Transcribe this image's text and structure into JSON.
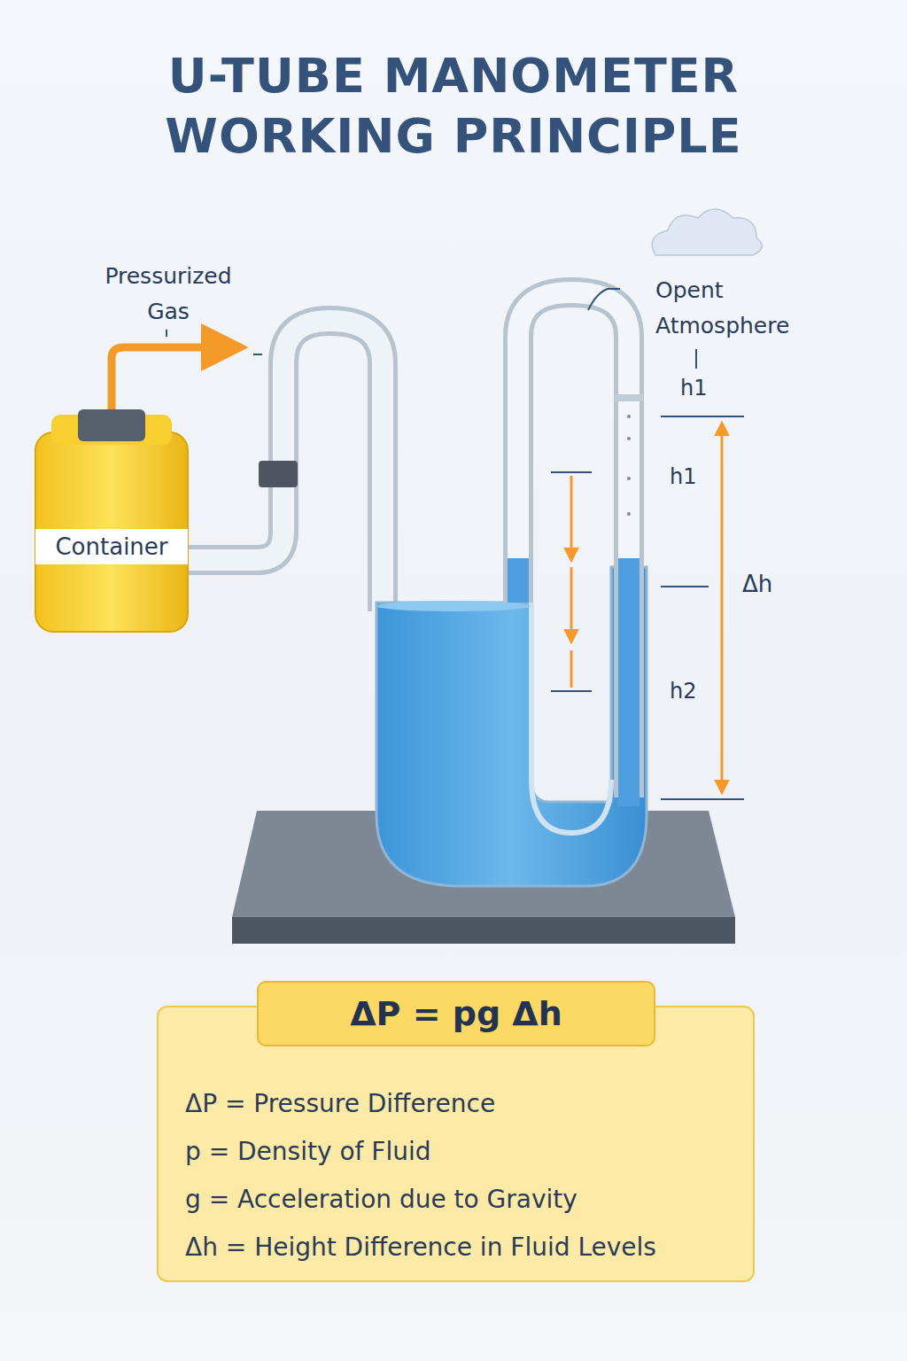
{
  "diagram": {
    "title": "U-TUBE MANOMETER WORKING PRINCIPLE",
    "nodes": [
      {
        "text": [
          "Container"
        ]
      },
      {
        "text": [
          "ΔP = Pressure Difference",
          "p = Density of Fluid",
          "g = Acceleration due to Gravity",
          "Δh = Height Difference in Fluid Levels"
        ]
      },
      {
        "text": [
          "ΔP = pg Δh"
        ],
        "in": 1
      }
    ],
    "labels": [
      "Pressurized Gas",
      "Opent Atmosphere",
      "h1",
      "h1",
      "Δh",
      "h2"
    ]
  }
}
